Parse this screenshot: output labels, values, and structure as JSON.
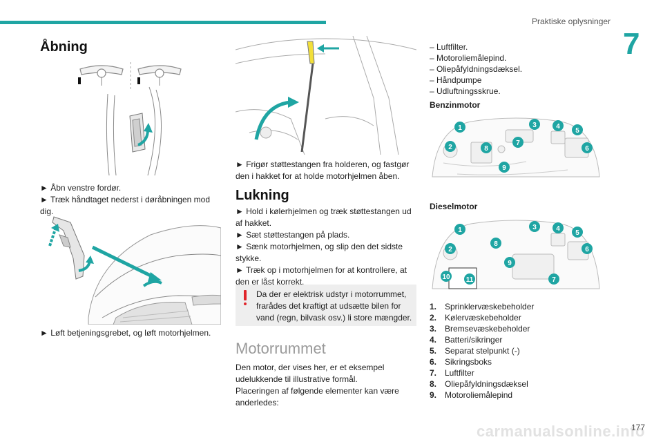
{
  "header": {
    "section_title": "Praktiske oplysninger",
    "chapter_number": "7"
  },
  "col1": {
    "heading": "Åbning",
    "text1_line1": "► Åbn venstre fordør.",
    "text1_line2": "► Træk håndtaget nederst i døråbningen mod dig.",
    "text2": "► Løft betjeningsgrebet, og løft motorhjelmen."
  },
  "col2": {
    "text1": "► Frigør støttestangen fra holderen, og fastgør den i hakket for at holde motorhjelmen åben.",
    "heading_close": "Lukning",
    "close_steps": [
      "► Hold i kølerhjelmen og træk støttestangen ud af hakket.",
      "► Sæt støttestangen på plads.",
      "► Sænk motorhjelmen, og slip den det sidste stykke.",
      "► Træk op i motorhjelmen for at kontrollere, at den er låst korrekt."
    ],
    "warning": "Da der er elektrisk udstyr i motorrummet, frarådes det kraftigt at udsætte bilen for vand (regn, bilvask osv.) li store mængder.",
    "heading_engine": "Motorrummet",
    "engine_text": [
      "Den motor, der vises her, er et eksempel udelukkende til illustrative formål.",
      "Placeringen af følgende elementer kan være anderledes:"
    ]
  },
  "col3": {
    "items": [
      "– Luftfilter.",
      "– Motoroliemålepind.",
      "– Oliepåfyldningsdæksel.",
      "– Håndpumpe",
      "– Udluftningsskrue."
    ],
    "petrol_label": "Benzinmotor",
    "diesel_label": "Dieselmotor",
    "legend": [
      {
        "n": "1.",
        "t": "Sprinklervæskebeholder"
      },
      {
        "n": "2.",
        "t": "Kølervæskebeholder"
      },
      {
        "n": "3.",
        "t": "Bremsevæskebeholder"
      },
      {
        "n": "4.",
        "t": "Batteri/sikringer"
      },
      {
        "n": "5.",
        "t": "Separat stelpunkt (-)"
      },
      {
        "n": "6.",
        "t": "Sikringsboks"
      },
      {
        "n": "7.",
        "t": "Luftfilter"
      },
      {
        "n": "8.",
        "t": "Oliepåfyldningsdæksel"
      },
      {
        "n": "9.",
        "t": "Motoroliemålepind"
      }
    ],
    "petrol_badges": [
      "1",
      "2",
      "3",
      "4",
      "5",
      "6",
      "7",
      "8",
      "9"
    ],
    "diesel_badges": [
      "1",
      "2",
      "3",
      "4",
      "5",
      "6",
      "7",
      "8",
      "9",
      "10",
      "11"
    ]
  },
  "footer": {
    "page_number": "177",
    "watermark": "carmanualsonline.info"
  },
  "colors": {
    "accent": "#1fa5a3",
    "warning": "#e0242a"
  }
}
